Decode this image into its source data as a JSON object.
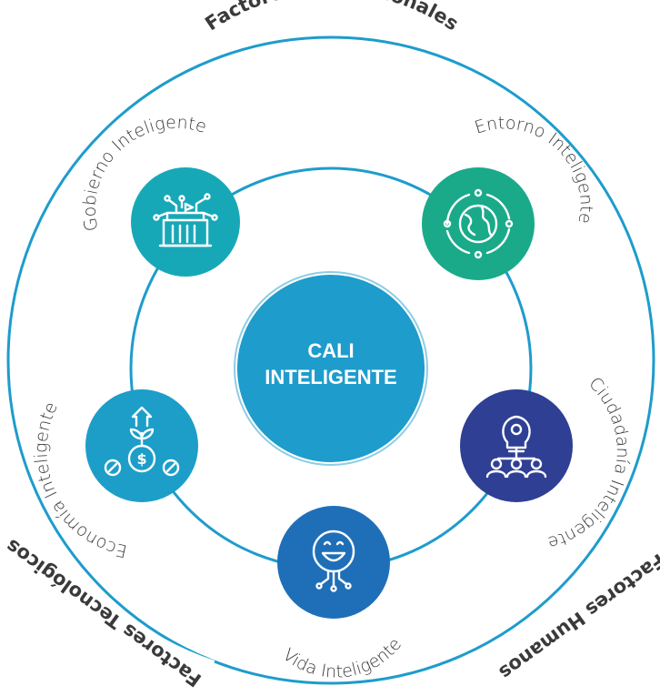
{
  "outer_labels": {
    "top": "Factores Institucionales",
    "bottom_left": "Factores Tecnológicos",
    "bottom_right": "Factores Humanos"
  },
  "center": {
    "line1": "CALI",
    "line2": "INTELIGENTE",
    "color": "#1e9ccc"
  },
  "nodes": [
    {
      "id": "gobierno",
      "label": "Gobierno Inteligente",
      "color": "#17a8b8",
      "icon": "building-circuit-icon"
    },
    {
      "id": "entorno",
      "label": "Entorno Inteligente",
      "color": "#1aaa8a",
      "icon": "globe-orbit-icon"
    },
    {
      "id": "ciudadania",
      "label": "Ciudadanía Inteligente",
      "color": "#2e3f94",
      "icon": "lightbulb-people-icon"
    },
    {
      "id": "vida",
      "label": "Vida Inteligente",
      "color": "#1f6fb8",
      "icon": "smiley-circuit-icon"
    },
    {
      "id": "economia",
      "label": "Economía Inteligente",
      "color": "#1c9ec9",
      "icon": "money-growth-icon"
    }
  ],
  "ring_color": "#1e9ccc"
}
